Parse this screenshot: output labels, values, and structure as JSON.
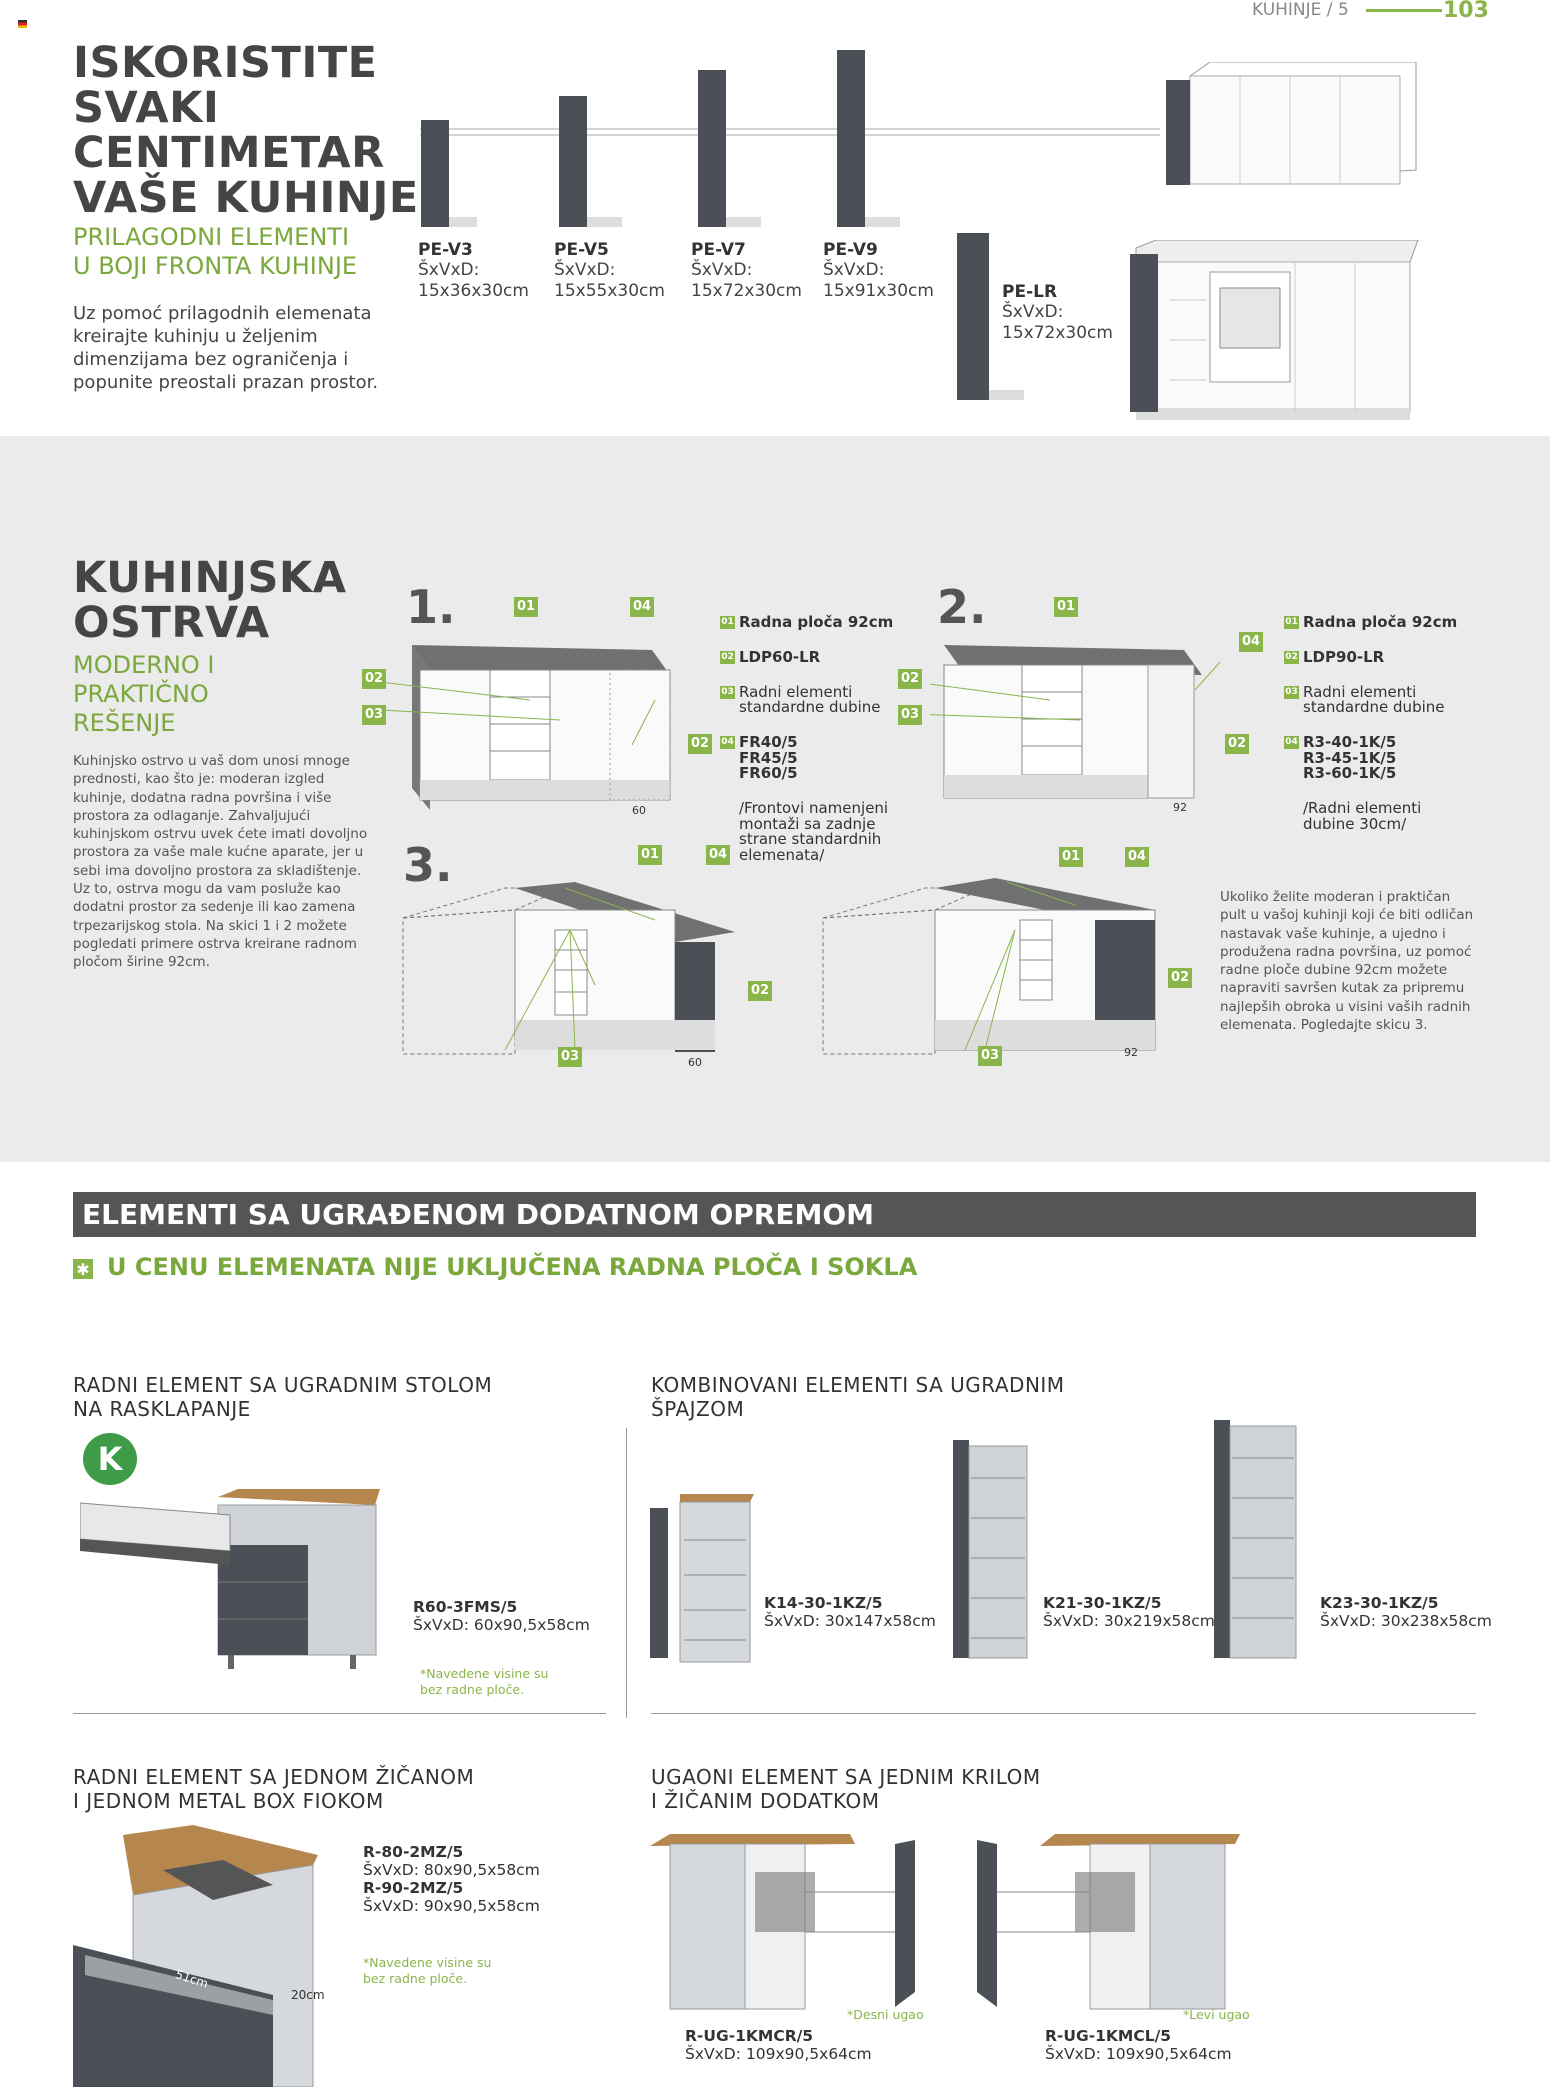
{
  "header": {
    "page_label": "KUHINJE / 5",
    "page_number": "103"
  },
  "section1": {
    "title": "ISKORISTITE\nSVAKI\nCENTIMETAR\nVAŠE KUHINJE",
    "subtitle": "PRILAGODNI ELEMENTI\nU BOJI FRONTA KUHINJE",
    "body": "Uz pomoć prilagodnih elemenata\nkreirajte kuhinju u željenim\ndimenzijama bez ograničenja i\npopunite preostali prazan prostor.",
    "products": [
      {
        "code": "PE-V3",
        "dim_label": "ŠxVxD:",
        "dim": "15x36x30cm"
      },
      {
        "code": "PE-V5",
        "dim_label": "ŠxVxD:",
        "dim": "15x55x30cm"
      },
      {
        "code": "PE-V7",
        "dim_label": "ŠxVxD:",
        "dim": "15x72x30cm"
      },
      {
        "code": "PE-V9",
        "dim_label": "ŠxVxD:",
        "dim": "15x91x30cm"
      },
      {
        "code": "PE-LR",
        "dim_label": "ŠxVxD:",
        "dim": "15x72x30cm"
      }
    ]
  },
  "section2": {
    "title": "KUHINJSKA\nOSTRVA",
    "subtitle": "MODERNO I\nPRAKTIČNO\nREŠENJE",
    "body": "Kuhinjsko ostrvo u vaš dom unosi mnoge\nprednosti, kao što je: moderan izgled\nkuhinje, dodatna radna površina i više\nprostora za odlaganje. Zahvaljujući\nkuhinjskom ostrvu uvek ćete imati dovoljno\nprostora za vaše male kućne aparate, jer u\nsebi ima dovoljno prostora za skladištenje.\nUz to, ostrva mogu da vam posluže kao\ndodatni prostor za sedenje ili kao zamena\ntrpezarijskog stola. Na skici 1 i 2 možete\npogledati primere ostrva kreirane radnom\npločom širine 92cm.",
    "sketch_numbers": [
      "1.",
      "2.",
      "3."
    ],
    "tags": [
      "01",
      "02",
      "03",
      "04"
    ],
    "dims": [
      "60",
      "92",
      "60",
      "92"
    ],
    "legend1": [
      {
        "tag": "01",
        "text": "Radna ploča 92cm"
      },
      {
        "tag": "02",
        "text": "LDP60-LR"
      },
      {
        "tag": "03",
        "text": "Radni elementi\nstandardne dubine"
      },
      {
        "tag": "04",
        "text": "FR40/5\nFR45/5\nFR60/5"
      }
    ],
    "legend1_note": "/Frontovi namenjeni\nmontaži sa zadnje\nstrane standardnih\nelemenata/",
    "legend2": [
      {
        "tag": "01",
        "text": "Radna ploča 92cm"
      },
      {
        "tag": "02",
        "text": "LDP90-LR"
      },
      {
        "tag": "03",
        "text": "Radni elementi\nstandardne dubine"
      },
      {
        "tag": "04",
        "text": "R3-40-1K/5\nR3-45-1K/5\nR3-60-1K/5"
      }
    ],
    "legend2_note": "/Radni elementi\ndubine 30cm/",
    "side_text": "Ukoliko želite moderan i praktičan\npult u vašoj kuhinji koji će biti odličan\nnastavak vaše kuhinje, a ujedno i\nproduženа radna površina, uz pomoć\nradne ploče dubine 92cm možete\nnapraviti savršen kutak za pripremu\nnajlepših obroka u visini vaših radnih\nelemenata. Pogledajte skicu 3."
  },
  "section3": {
    "bar_title": "ELEMENTI SA UGRAĐENOM DODATNOM OPREMOM",
    "notice_icon": "asterisk-icon",
    "notice": "U CENU ELEMENATA NIJE UKLJUČENA RADNA PLOČA I SOKLA",
    "block1": {
      "title": "RADNI ELEMENT SA UGRADNIM STOLOM\nNA RASKLAPANJE",
      "code": "R60-3FMS/5",
      "dim": "ŠxVxD: 60x90,5x58cm",
      "note": "*Navedene visine su\nbez radne ploče."
    },
    "block2": {
      "title": "KOMBINOVANI ELEMENTI  SA UGRADNIM\nŠPAJZOM",
      "items": [
        {
          "code": "K14-30-1KZ/5",
          "dim": "ŠxVxD: 30x147x58cm"
        },
        {
          "code": "K21-30-1KZ/5",
          "dim": "ŠxVxD: 30x219x58cm"
        },
        {
          "code": "K23-30-1KZ/5",
          "dim": "ŠxVxD: 30x238x58cm"
        }
      ]
    },
    "block3": {
      "title": "RADNI ELEMENT SA JEDNOM ŽIČANOM\nI JEDNOM METAL BOX FIOKOM",
      "items": [
        {
          "code": "R-80-2MZ/5",
          "dim": "ŠxVxD: 80x90,5x58cm"
        },
        {
          "code": "R-90-2MZ/5",
          "dim": "ŠxVxD: 90x90,5x58cm"
        }
      ],
      "note": "*Navedene visine su\nbez radne ploče.",
      "dim_labels": [
        "51cm",
        "20cm"
      ]
    },
    "block4": {
      "title": "UGAONI ELEMENT SA JEDNIM KRILOM\nI ŽIČANIM DODATKOM",
      "items": [
        {
          "code": "R-UG-1KMCR/5",
          "dim": "ŠxVxD: 109x90,5x64cm",
          "note": "*Desni ugao"
        },
        {
          "code": "R-UG-1KMCL/5",
          "dim": "ŠxVxD: 109x90,5x64cm",
          "note": "*Levi ugao"
        }
      ]
    }
  },
  "colors": {
    "accent_green": "#8ab54a",
    "dark_gray": "#555555",
    "band_gray": "#ebebeb"
  }
}
